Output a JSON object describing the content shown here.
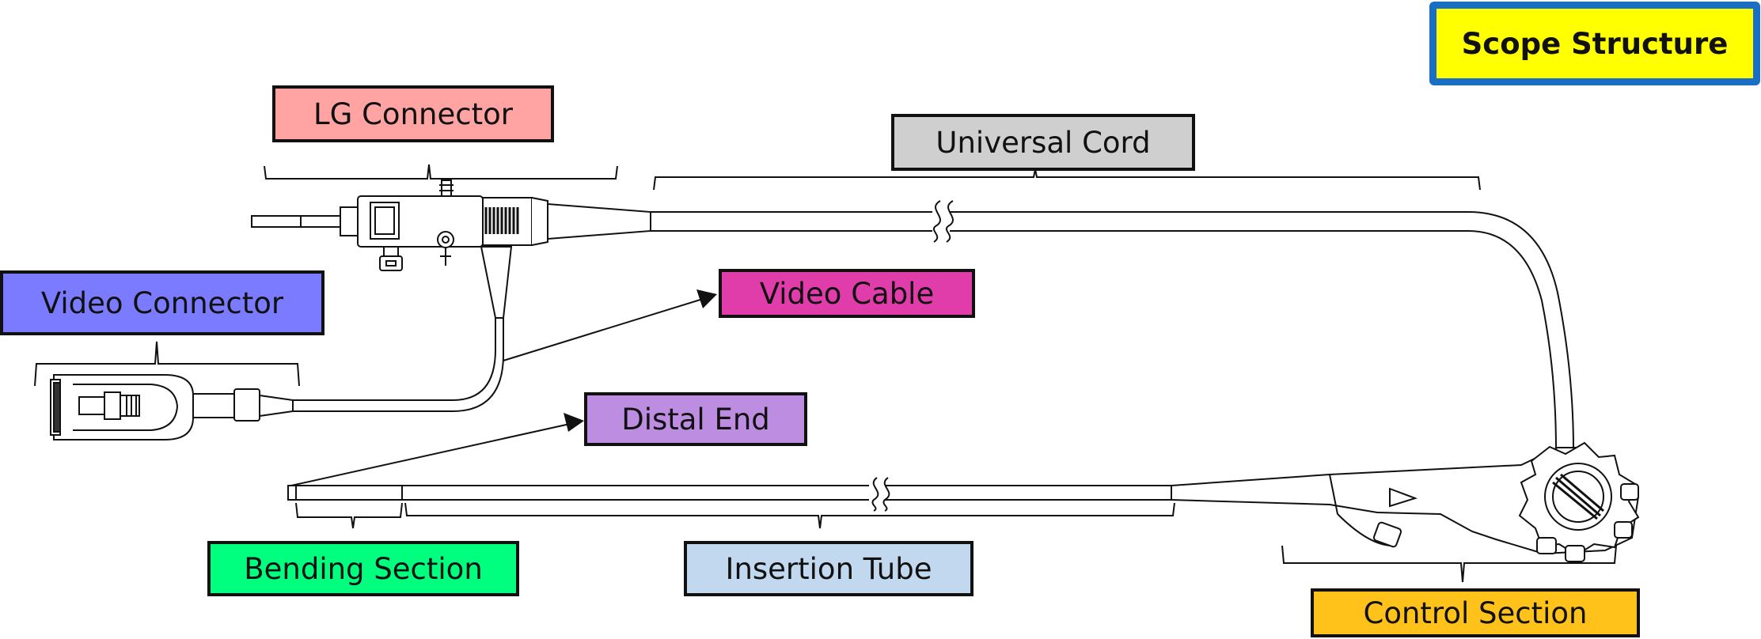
{
  "title": {
    "text": "Scope Structure",
    "bg_color": "#ffff00",
    "border_color": "#1a6fc4"
  },
  "labels": {
    "lg_connector": {
      "text": "LG Connector",
      "color": "#ffa3a3"
    },
    "universal_cord": {
      "text": "Universal Cord",
      "color": "#cfcfcf"
    },
    "video_connector": {
      "text": "Video Connector",
      "color": "#7b7bff"
    },
    "video_cable": {
      "text": "Video Cable",
      "color": "#e03caa"
    },
    "distal_end": {
      "text": "Distal End",
      "color": "#bd8de2"
    },
    "bending_section": {
      "text": "Bending Section",
      "color": "#00ff7f"
    },
    "insertion_tube": {
      "text": "Insertion Tube",
      "color": "#c2d8ef"
    },
    "control_section": {
      "text": "Control Section",
      "color": "#ffc21a"
    }
  }
}
